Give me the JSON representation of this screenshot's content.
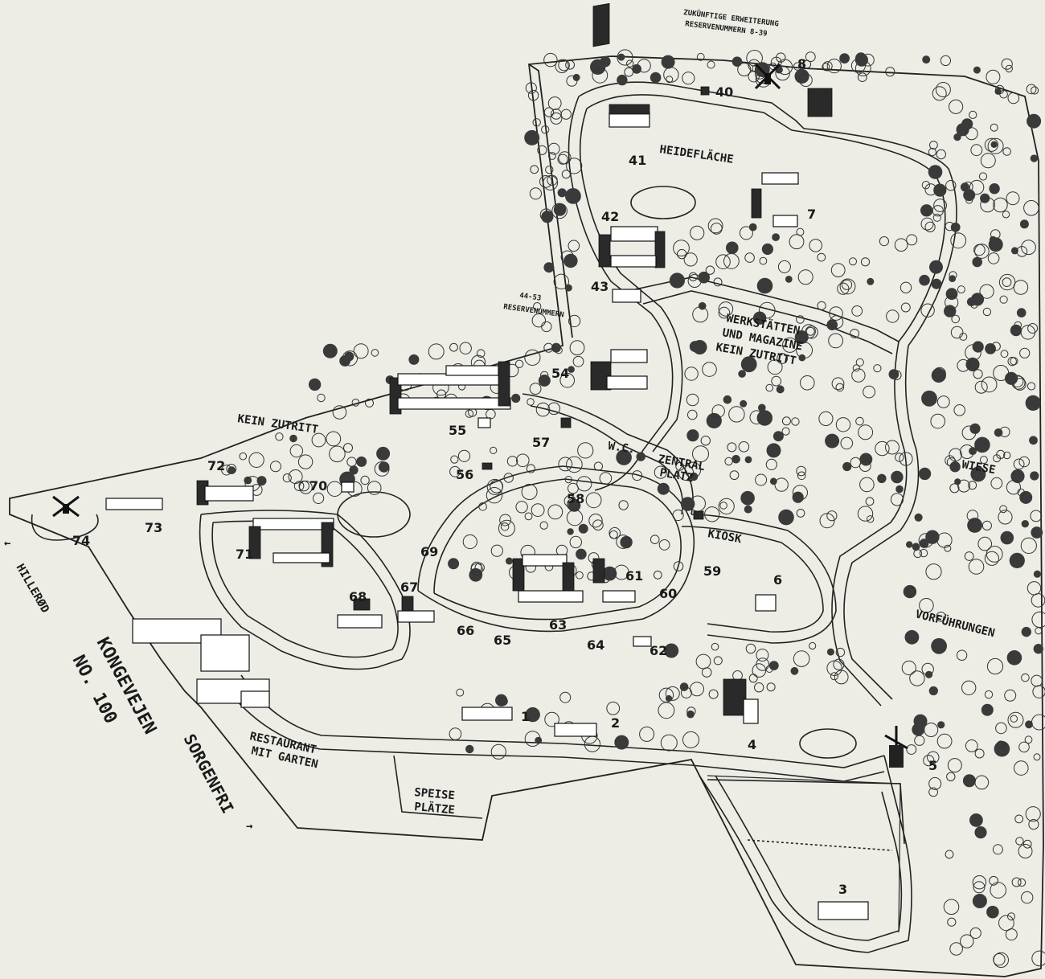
{
  "labels": {
    "zukunft1": "ZUKÜNFTIGE ERWEITERUNG",
    "zukunft2": "RESERVENUMMERN 8-39",
    "heideflaeche": "HEIDEFLÄCHE",
    "reserve44": "44-53",
    "reserve44b": "RESERVENUMMERN",
    "werk1": "WERKSTÄTTEN",
    "werk2": "UND MAGAZINE",
    "werk3": "KEIN ZUTRITT",
    "keinzutritt": "KEIN ZUTRITT",
    "wc": "W.C.",
    "zentral1": "ZENTRAL",
    "zentral2": "PLATZ",
    "kiosk": "KIOSK",
    "wiese": "WIESE",
    "vorfuehrungen": "VORFÜHRUNGEN",
    "restaurant1": "RESTAURANT",
    "restaurant2": "MIT GARTEN",
    "speise1": "SPEISE",
    "speise2": "PLÄTZE",
    "hillerod": "HILLERØD",
    "kongevejen": "KONGEVEJEN",
    "no100": "NO. 100",
    "sorgenfri": "SORGENFRI"
  },
  "numbers": {
    "n1": "1",
    "n2": "2",
    "n3": "3",
    "n4": "4",
    "n5": "5",
    "n6": "6",
    "n7": "7",
    "n8": "8",
    "n40": "40",
    "n41": "41",
    "n42": "42",
    "n43": "43",
    "n54": "54",
    "n55": "55",
    "n56": "56",
    "n57": "57",
    "n58": "58",
    "n59": "59",
    "n60": "60",
    "n61": "61",
    "n62": "62",
    "n63": "63",
    "n64": "64",
    "n65": "65",
    "n66": "66",
    "n67": "67",
    "n68": "68",
    "n69": "69",
    "n70": "70",
    "n71": "71",
    "n72": "72",
    "n73": "73",
    "n74": "74"
  },
  "colors": {
    "paper": "#edede6",
    "ink": "#1c1c1c"
  }
}
